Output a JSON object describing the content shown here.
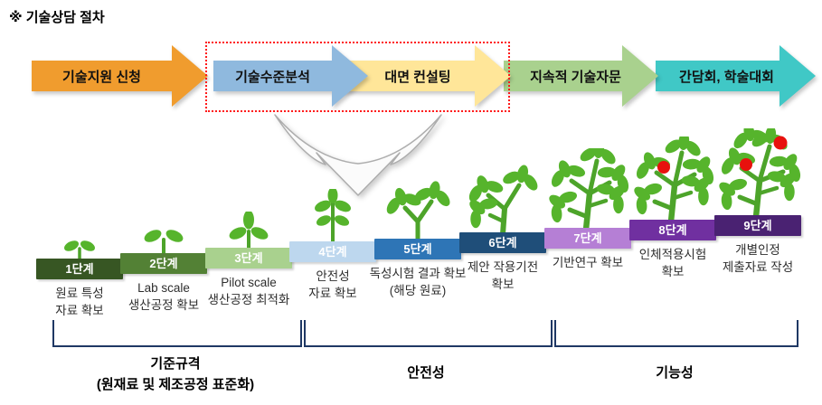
{
  "title": "※ 기술상담 절차",
  "flow": {
    "steps": [
      {
        "label": "기술지원 신청",
        "color": "#F09C2E"
      },
      {
        "label": "기술수준분석",
        "color": "#8FB9DE"
      },
      {
        "label": "대면 컨설팅",
        "color": "#FFE699"
      },
      {
        "label": "지속적 기술자문",
        "color": "#A9D18E"
      },
      {
        "label": "간담회, 학술대회",
        "color": "#40C8C6"
      }
    ],
    "highlight": {
      "steps": [
        "기술수준분석",
        "대면 컨설팅"
      ],
      "border_color": "#FF1A1A"
    }
  },
  "stages": [
    {
      "step_label": "1단계",
      "bar_color": "#375623",
      "desc_lines": [
        "원료 특성",
        "자료 확보"
      ],
      "plant": "sprout-2-leaves"
    },
    {
      "step_label": "2단계",
      "bar_color": "#538135",
      "desc_lines": [
        "Lab scale",
        "생산공정 확보"
      ],
      "plant": "sprout-2-leaves"
    },
    {
      "step_label": "3단계",
      "bar_color": "#A9D18E",
      "desc_lines": [
        "Pilot scale",
        "생산공정 최적화"
      ],
      "plant": "sprout-3-leaves"
    },
    {
      "step_label": "4단계",
      "bar_color": "#BDD7EE",
      "desc_lines": [
        "안전성",
        "자료 확보"
      ],
      "plant": "seedling-5-leaves"
    },
    {
      "step_label": "5단계",
      "bar_color": "#2E75B6",
      "desc_lines": [
        "독성시험 결과 확보",
        "(해당 원료)"
      ],
      "plant": "young-plant-2-clusters"
    },
    {
      "step_label": "6단계",
      "bar_color": "#1F4E79",
      "desc_lines": [
        "제안 작용기전",
        "확보"
      ],
      "plant": "young-plant-3-clusters"
    },
    {
      "step_label": "7단계",
      "bar_color": "#B57FD5",
      "desc_lines": [
        "기반연구 확보"
      ],
      "plant": "mature-plant"
    },
    {
      "step_label": "8단계",
      "bar_color": "#7030A0",
      "desc_lines": [
        "인체적용시험",
        "확보"
      ],
      "plant": "mature-plant-1-berry"
    },
    {
      "step_label": "9단계",
      "bar_color": "#4A2272",
      "desc_lines": [
        "개별인정",
        "제출자료 작성"
      ],
      "plant": "mature-plant-2-berries"
    }
  ],
  "groups": [
    {
      "label_lines": [
        "기준규격",
        "(원재료 및 제조공정 표준화)"
      ]
    },
    {
      "label_lines": [
        "안전성"
      ]
    },
    {
      "label_lines": [
        "기능성"
      ]
    }
  ],
  "colors": {
    "plant_green": "#56B42C",
    "berry_red": "#E8110D",
    "bracket_navy": "#1F3864"
  }
}
